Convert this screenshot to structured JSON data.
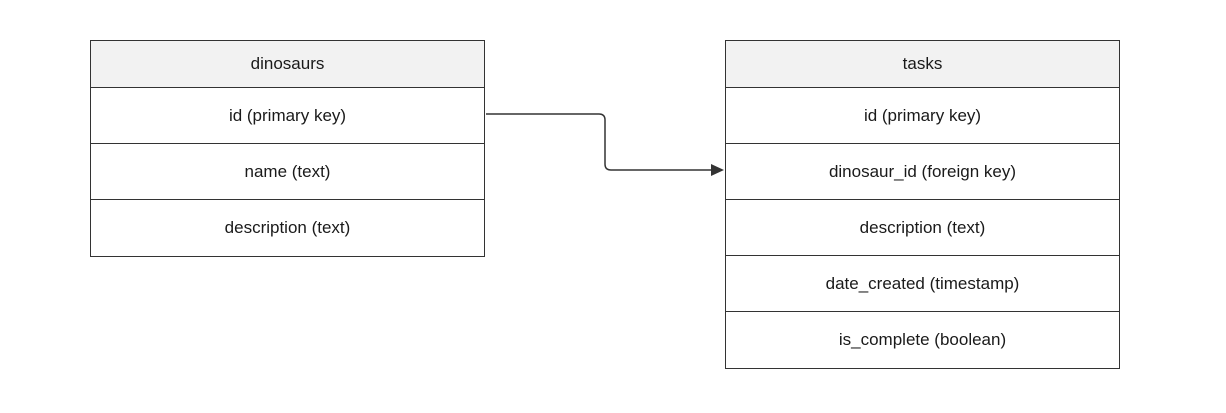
{
  "diagram": {
    "tables": [
      {
        "title": "dinosaurs",
        "rows": [
          "id (primary key)",
          "name (text)",
          "description (text)"
        ]
      },
      {
        "title": "tasks",
        "rows": [
          "id (primary key)",
          "dinosaur_id (foreign key)",
          "description (text)",
          "date_created (timestamp)",
          "is_complete (boolean)"
        ]
      }
    ],
    "relationship": {
      "from": "dinosaurs.id (primary key)",
      "to": "tasks.dinosaur_id (foreign key)"
    },
    "colors": {
      "header_bg": "#f2f2f2",
      "border": "#333333",
      "text": "#1a1a1a",
      "connector": "#333333",
      "background": "#ffffff"
    }
  }
}
